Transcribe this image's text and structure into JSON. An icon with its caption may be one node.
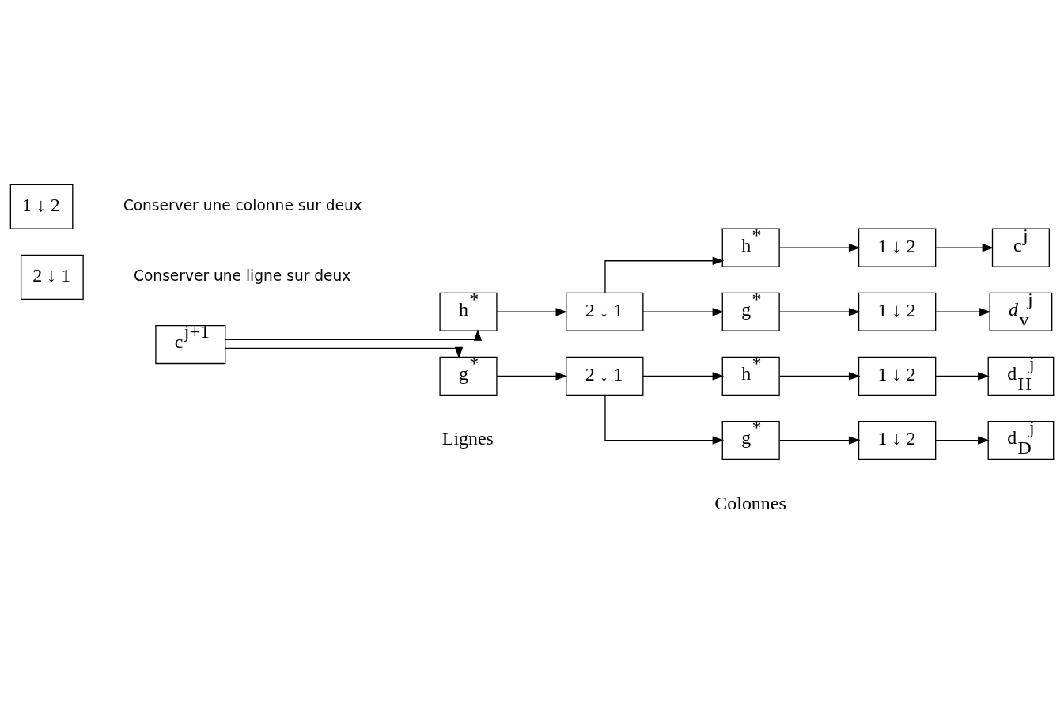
{
  "diagram": {
    "nodes": [
      {
        "text": [
          "c$^{j+1}$"
        ]
      },
      {
        "text": [
          "h$^{*}$"
        ]
      },
      {
        "text": [
          "2 ↓ 1"
        ]
      },
      {
        "text": [
          "g$^{*}$"
        ]
      },
      {
        "text": [
          "2 ↓ 1"
        ]
      },
      {
        "text": [
          "h$^{*}$"
        ]
      },
      {
        "text": [
          "1 ↓ 2"
        ]
      },
      {
        "text": [
          "c$^{j}$"
        ]
      },
      {
        "text": [
          "g$^{*}$"
        ]
      },
      {
        "text": [
          "1 ↓ 2"
        ]
      },
      {
        "text": [
          "*d*$_{v}$$^{j}$"
        ]
      },
      {
        "text": [
          "h$^{*}$"
        ]
      },
      {
        "text": [
          "1 ↓ 2"
        ]
      },
      {
        "text": [
          "d$_{H}$$^{j}$"
        ]
      },
      {
        "text": [
          "g$^{*}$"
        ]
      },
      {
        "text": [
          "1 ↓ 2"
        ]
      },
      {
        "text": [
          "d$_{D}$$^{j}$"
        ]
      },
      {
        "text": [
          "2 ↓ 1"
        ],
        "beside": [
          "Conserver une ligne sur deux"
        ]
      },
      {
        "text": [
          "1 ↓ 2"
        ],
        "beside": [
          "Conserver une colonne sur deux"
        ]
      }
    ],
    "edges": [
      {
        "from": 0,
        "to": 1,
        "arrow": "to"
      },
      {
        "from": 0,
        "to": 3,
        "arrow": "to"
      },
      {
        "from": 1,
        "to": 2,
        "arrow": "to"
      },
      {
        "from": 3,
        "to": 4,
        "arrow": "to"
      },
      {
        "from": 2,
        "to": 5,
        "arrow": "to"
      },
      {
        "from": 2,
        "to": 8,
        "arrow": "to"
      },
      {
        "from": 4,
        "to": 11,
        "arrow": "to"
      },
      {
        "from": 4,
        "to": 14,
        "arrow": "to"
      },
      {
        "from": 5,
        "to": 6,
        "arrow": "to"
      },
      {
        "from": 6,
        "to": 7,
        "arrow": "to"
      },
      {
        "from": 8,
        "to": 9,
        "arrow": "to"
      },
      {
        "from": 9,
        "to": 10,
        "arrow": "to"
      },
      {
        "from": 11,
        "to": 12,
        "arrow": "to"
      },
      {
        "from": 12,
        "to": 13,
        "arrow": "to"
      },
      {
        "from": 14,
        "to": 15,
        "arrow": "to"
      },
      {
        "from": 15,
        "to": 16,
        "arrow": "to"
      }
    ],
    "labels": [
      "Lignes",
      "Colonnes"
    ]
  }
}
